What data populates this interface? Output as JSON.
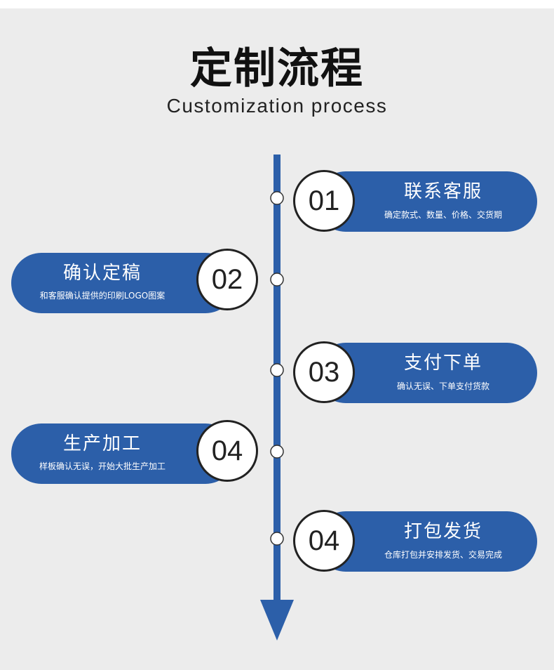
{
  "header": {
    "title": "定制流程",
    "subtitle": "Customization process"
  },
  "colors": {
    "background": "#ececec",
    "accent_blue": "#2c5fa9",
    "text_dark": "#111111"
  },
  "steps": [
    {
      "number": "01",
      "title": "联系客服",
      "desc": "确定款式、数量、价格、交货期",
      "side": "right"
    },
    {
      "number": "02",
      "title": "确认定稿",
      "desc": "和客服确认提供的印刷LOGO图案",
      "side": "left"
    },
    {
      "number": "03",
      "title": "支付下单",
      "desc": "确认无误、下单支付货款",
      "side": "right"
    },
    {
      "number": "04",
      "title": "生产加工",
      "desc": "样板确认无误，开始大批生产加工",
      "side": "left"
    },
    {
      "number": "04",
      "title": "打包发货",
      "desc": "仓库打包并安排发货、交易完成",
      "side": "right"
    }
  ]
}
